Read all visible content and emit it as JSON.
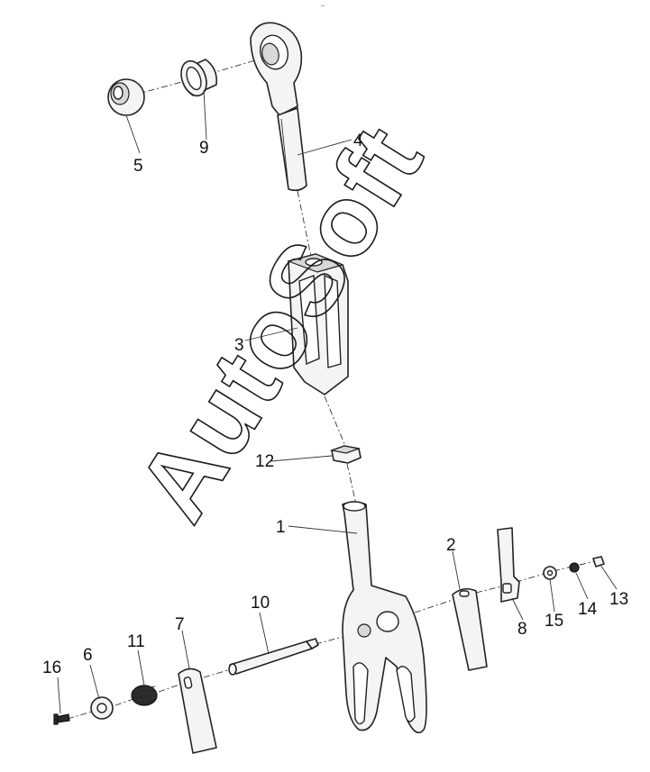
{
  "top_mark": "~",
  "watermark": "AutoSoft",
  "callouts": {
    "c1": "1",
    "c2": "2",
    "c3": "3",
    "c4": "4",
    "c5": "5",
    "c6": "6",
    "c7": "7",
    "c8": "8",
    "c9": "9",
    "c10": "10",
    "c11": "11",
    "c12": "12",
    "c13": "13",
    "c14": "14",
    "c15": "15",
    "c16": "16"
  }
}
